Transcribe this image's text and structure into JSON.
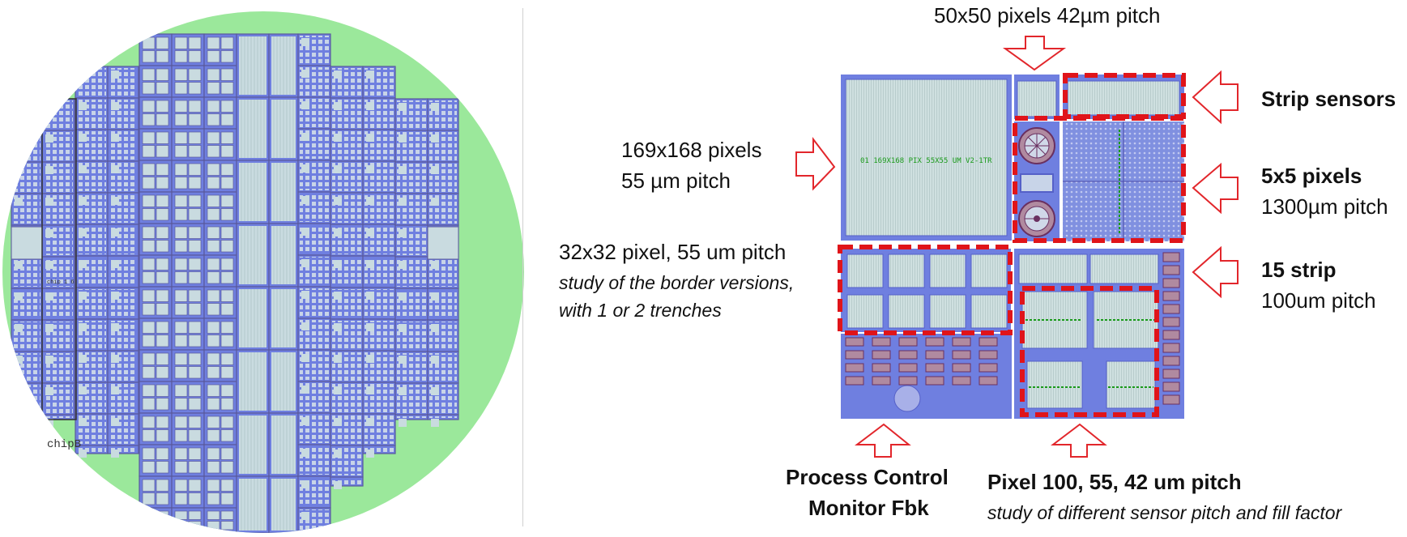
{
  "wafer": {
    "chip_text": "chipB",
    "small_text": "chip 1 6"
  },
  "labels": {
    "top": "50x50 pixels 42µm pitch",
    "pix169_line1": "169x168 pixels",
    "pix169_line2": "55 µm pitch",
    "pix32_line1": "32x32 pixel, 55 um pitch",
    "pix32_line2": "study of the border versions,",
    "pix32_line3": "with 1 or 2 trenches",
    "strip_sensors": "Strip sensors",
    "pix5_line1": "5x5 pixels",
    "pix5_line2": "1300µm pitch",
    "strip15_line1": "15 strip",
    "strip15_line2": "100um pitch",
    "pcm_line1": "Process Control",
    "pcm_line2": "Monitor Fbk",
    "pix100_line1": "Pixel 100, 55, 42 um pitch",
    "pix100_line2": "study of different sensor pitch and fill factor"
  },
  "chip": {
    "big_label": "01 169X168 PIX 55X55 UM V2-1TR"
  },
  "colors": {
    "wafer_green": "#9be89b",
    "die_blue": "#6f7fe0",
    "die_fill": "#c9dbe0",
    "frame": "#5a5a9c",
    "highlight": "#e0141a",
    "arrow": "#e2262b",
    "chip_label": "#1a9a1a"
  }
}
